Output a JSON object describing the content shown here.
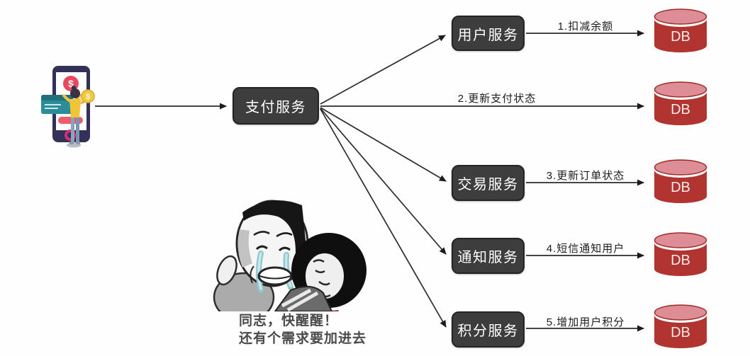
{
  "diagram_type": "service-architecture-flow",
  "nodes": {
    "client": {
      "name": "mobile-payment-illustration",
      "dollar": "$"
    },
    "payment_service": {
      "label": "支付服务"
    },
    "user_service": {
      "label": "用户服务"
    },
    "trade_service": {
      "label": "交易服务"
    },
    "notify_service": {
      "label": "通知服务"
    },
    "points_service": {
      "label": "积分服务"
    },
    "db": {
      "label": "DB"
    }
  },
  "edges": {
    "deduct_balance": {
      "label": "1.扣减余额",
      "from": "用户服务",
      "to": "DB"
    },
    "update_payment_status": {
      "label": "2.更新支付状态",
      "from": "支付服务",
      "to": "DB"
    },
    "update_order_status": {
      "label": "3.更新订单状态",
      "from": "交易服务",
      "to": "DB"
    },
    "sms_notify_user": {
      "label": "4.短信通知用户",
      "from": "通知服务",
      "to": "DB"
    },
    "add_user_points": {
      "label": "5.增加用户积分",
      "from": "积分服务",
      "to": "DB"
    }
  },
  "meme": {
    "caption_line1": "同志，快醒醒！",
    "caption_line2": "还有个需求要加进去"
  },
  "colors": {
    "service_box_bg": "#3d3d3d",
    "service_box_border": "#242424",
    "arrow": "#2b2b2b",
    "db_body": "#b23430",
    "db_top": "#de8d96",
    "db_text": "#f6ecec",
    "phone_frame": "#33315a",
    "pay_circle": "#e8495f",
    "card_teal": "#2a8d97",
    "coin_gold": "#f3c93f",
    "caption_text": "#4a4a4a"
  }
}
